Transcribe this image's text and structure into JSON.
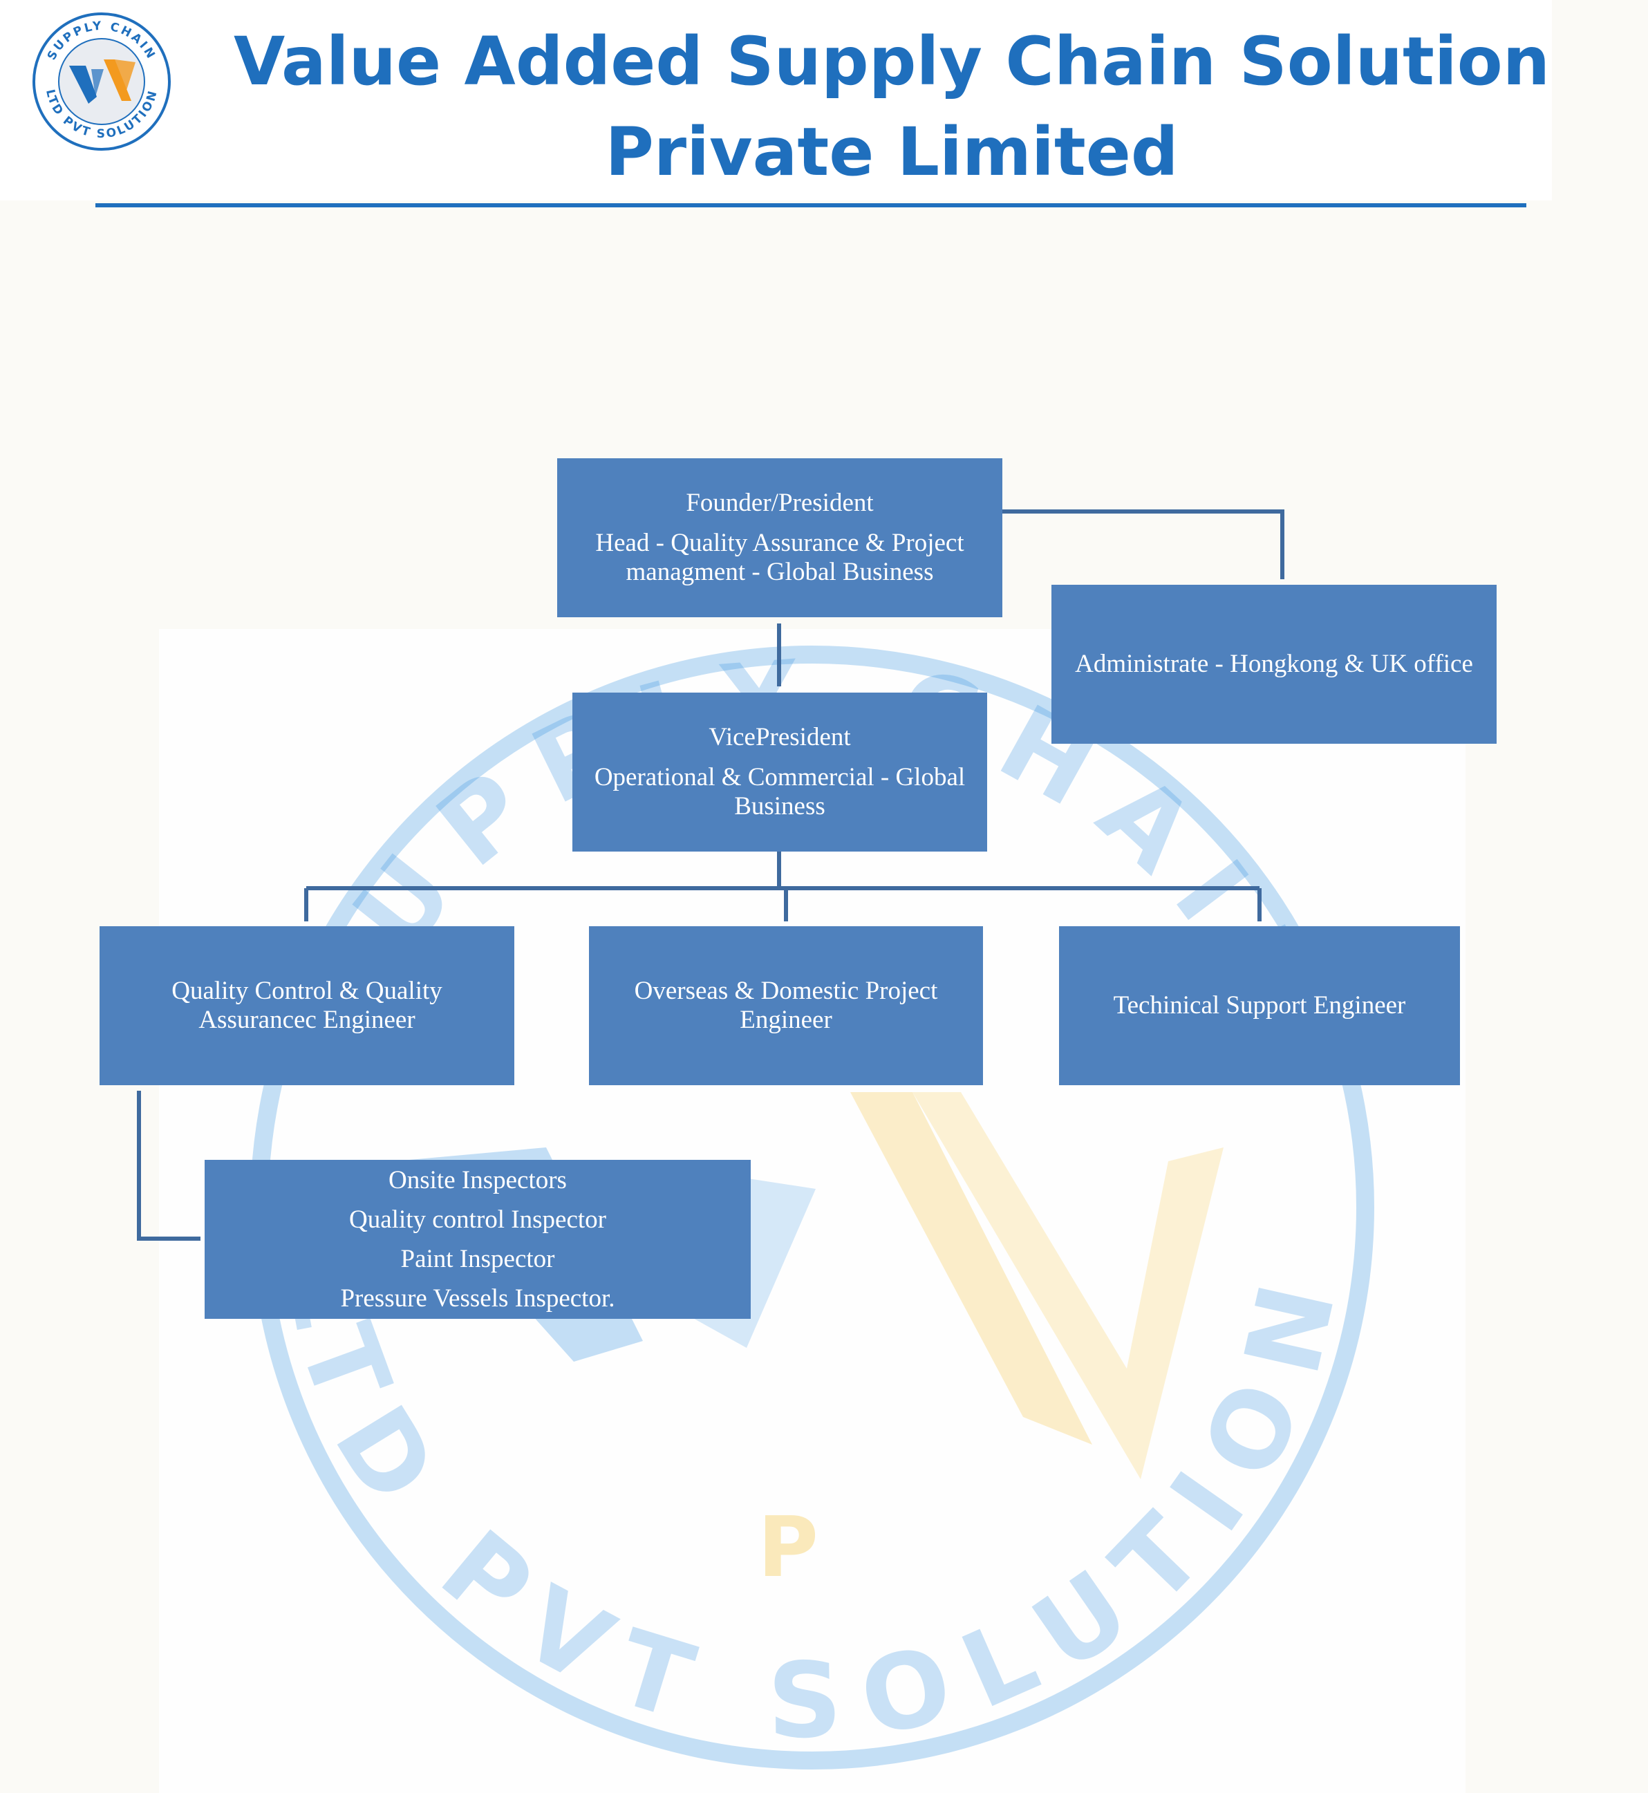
{
  "header": {
    "title_line1": "Value Added Supply Chain Solution",
    "title_line2": "Private Limited",
    "logo": {
      "icon": "company-seal-logo",
      "ring_text_top": "SUPPLY CHAIN",
      "ring_text_bottom": "LTD PVT SOLUTION",
      "monogram": "VA",
      "colors": {
        "blue": "#1f6fbd",
        "orange": "#f39a1f"
      }
    }
  },
  "watermark": {
    "icon": "company-seal-watermark",
    "ring_text_top": "SUPPLY CHAIN",
    "ring_text_bottom": "LTD PVT SOLUTION",
    "center_letter": "P"
  },
  "org_chart": {
    "founder": {
      "line1": "Founder/President",
      "line2": "Head - Quality Assurance & Project",
      "line3": "managment - Global Business"
    },
    "admin": {
      "line1": "Administrate - Hongkong & UK office"
    },
    "vice_president": {
      "line1": "VicePresident",
      "line2": "Operational & Commercial - Global",
      "line3": "Business"
    },
    "qc_engineer": {
      "line1": "Quality Control & Quality",
      "line2": "Assurancec  Engineer"
    },
    "project_engineer": {
      "line1": "Overseas & Domestic Project",
      "line2": "Engineer"
    },
    "support_engineer": {
      "line1": "Techinical Support Engineer"
    },
    "inspectors": {
      "line1": "Onsite Inspectors",
      "line2": "Quality control  Inspector",
      "line3": "Paint Inspector",
      "line4": "Pressure Vessels Inspector."
    }
  },
  "colors": {
    "box_fill": "#4f81bd",
    "connector": "#3f6a9e",
    "title": "#1f6fbd",
    "box_text": "#ffffff"
  }
}
